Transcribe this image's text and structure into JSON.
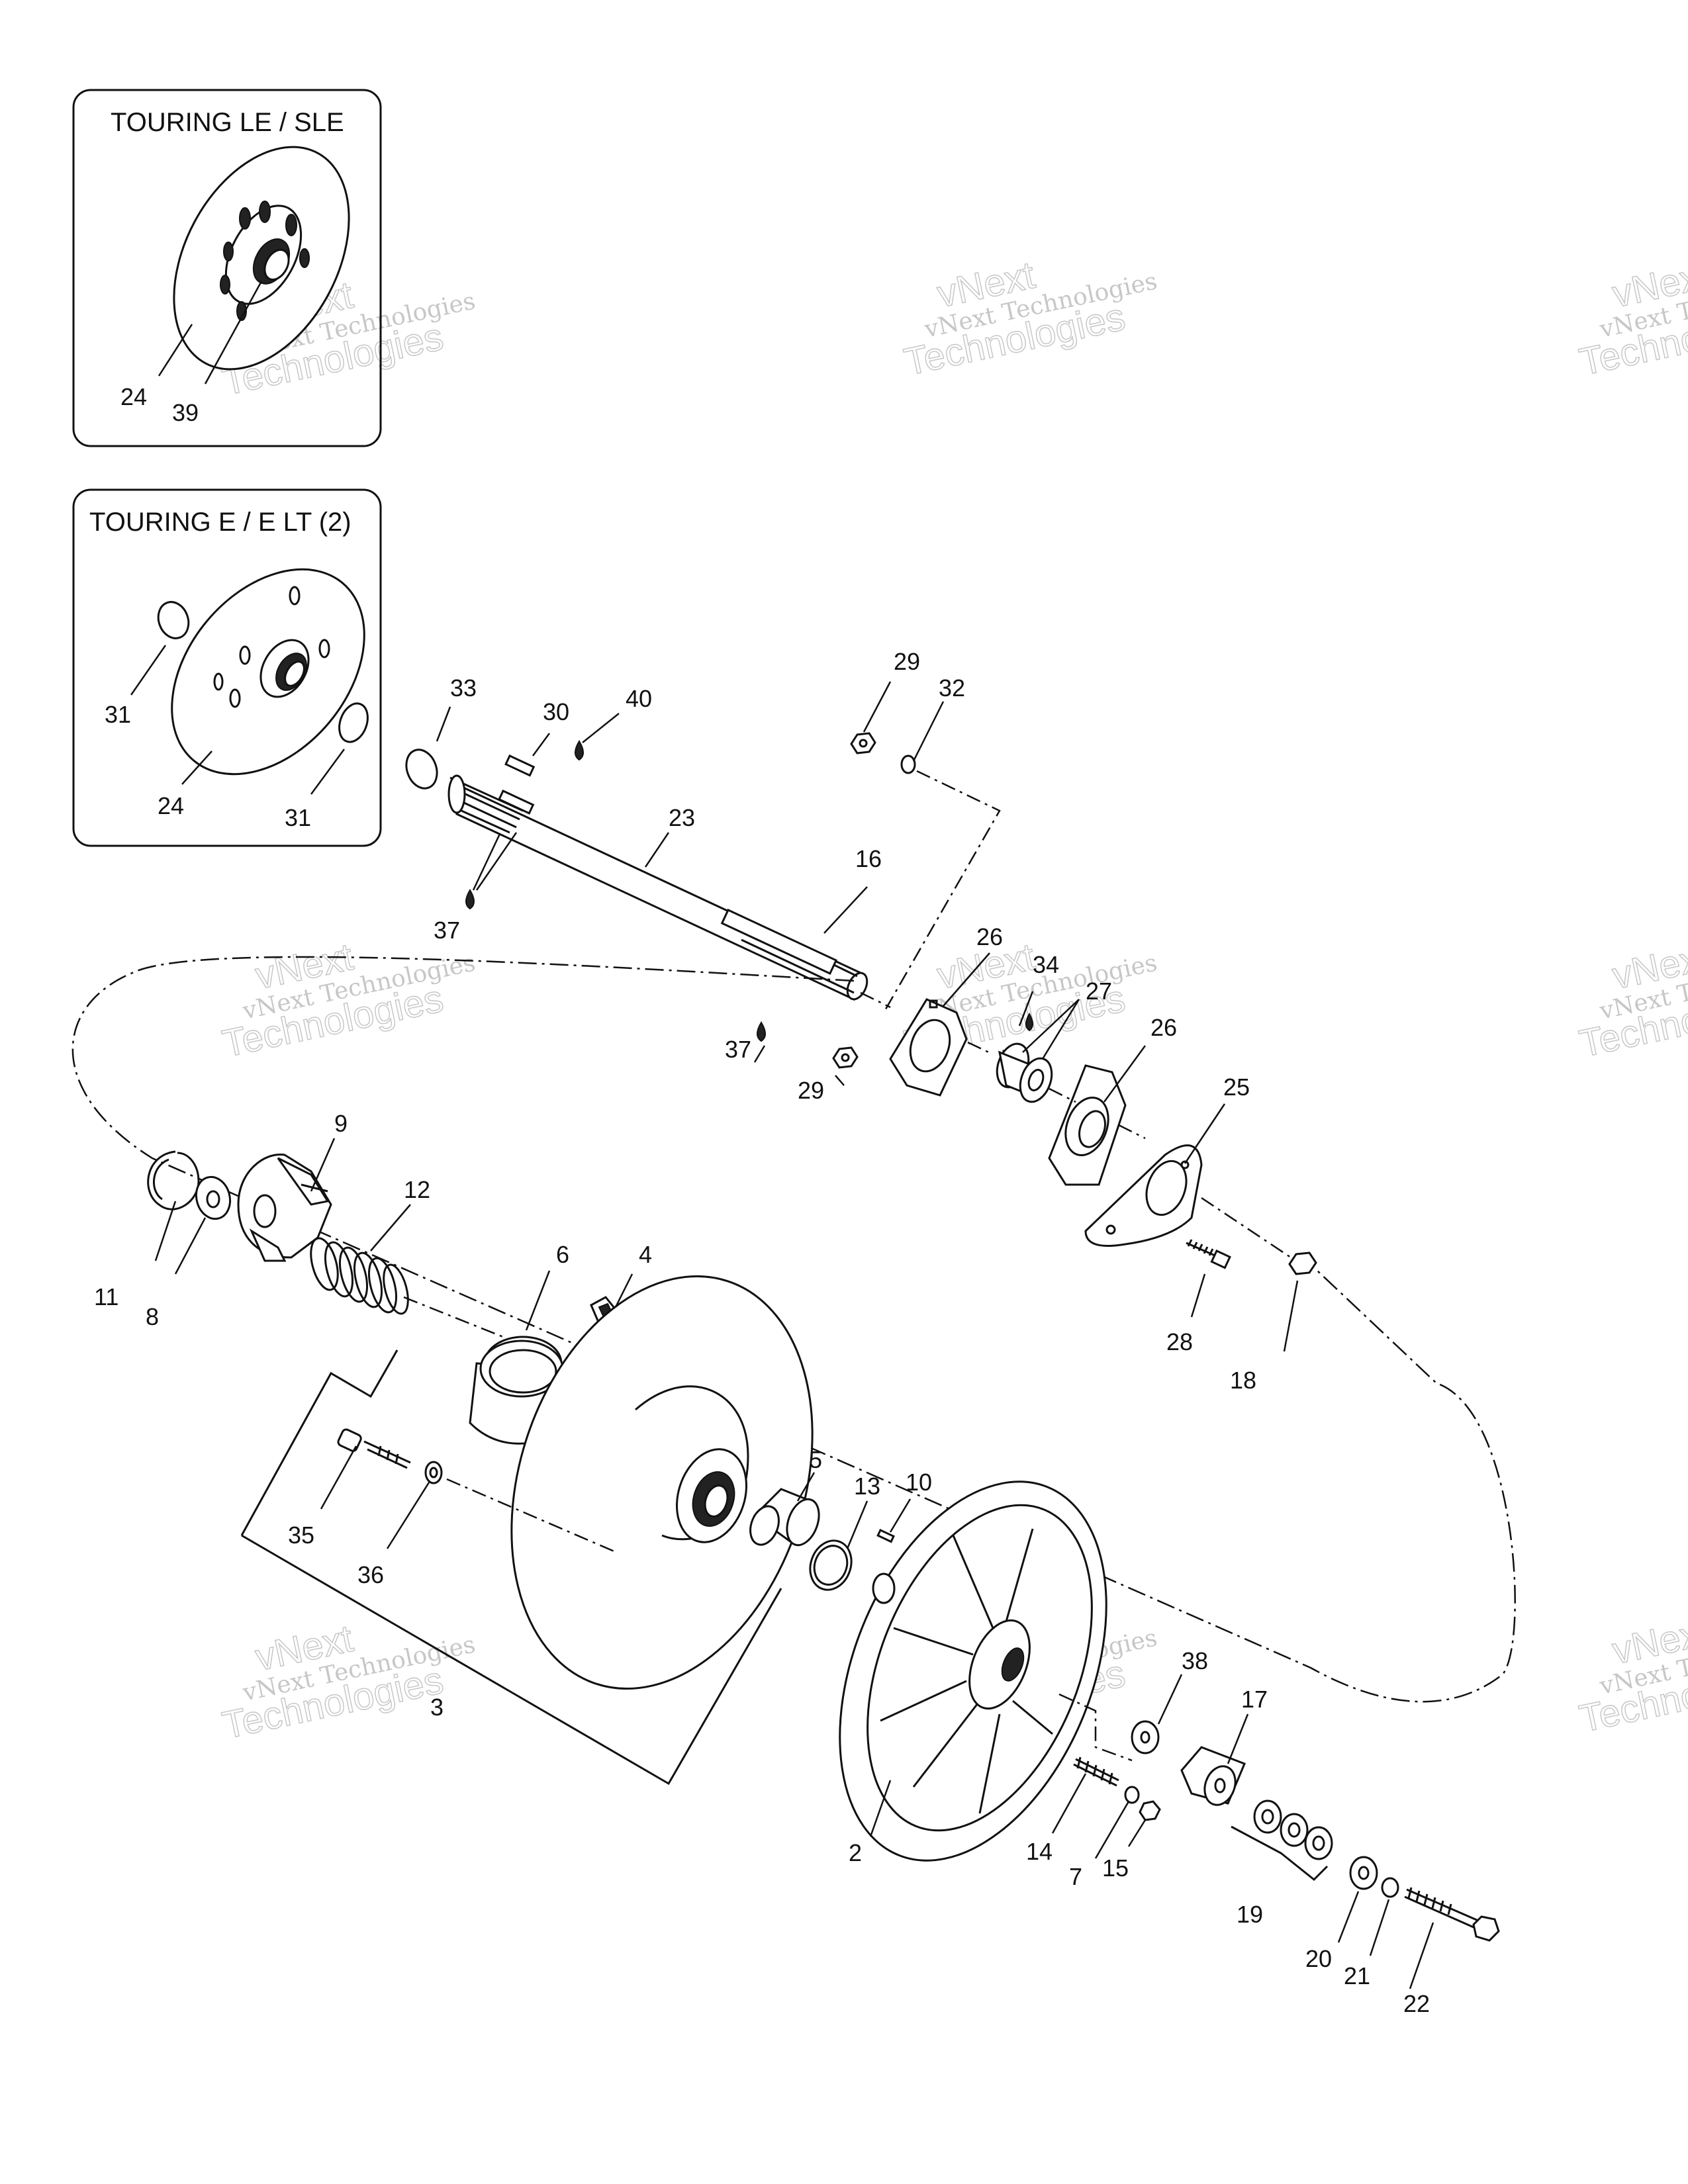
{
  "insets": [
    {
      "title": "TOURING LE / SLE"
    },
    {
      "title": "TOURING E / E LT (2)"
    }
  ],
  "callouts": {
    "c24a": "24",
    "c39": "39",
    "c31a": "31",
    "c24b": "24",
    "c31b": "31",
    "c33": "33",
    "c30": "30",
    "c40": "40",
    "c23": "23",
    "c37a": "37",
    "c16": "16",
    "c37b": "37",
    "c29a": "29",
    "c32": "32",
    "c26a": "26",
    "c34": "34",
    "c27": "27",
    "c26b": "26",
    "c29b": "29",
    "c25": "25",
    "c28": "28",
    "c18": "18",
    "c9": "9",
    "c12": "12",
    "c11": "11",
    "c8": "8",
    "c6": "6",
    "c4": "4",
    "c35": "35",
    "c36": "36",
    "c3": "3",
    "c5": "5",
    "c13": "13",
    "c10": "10",
    "c2": "2",
    "c38": "38",
    "c17": "17",
    "c14": "14",
    "c7": "7",
    "c15": "15",
    "c19": "19",
    "c20": "20",
    "c21": "21",
    "c22": "22"
  },
  "watermark": {
    "small": "vNext Technologies",
    "big_line1": "vNext",
    "big_line2": "Technologies"
  }
}
